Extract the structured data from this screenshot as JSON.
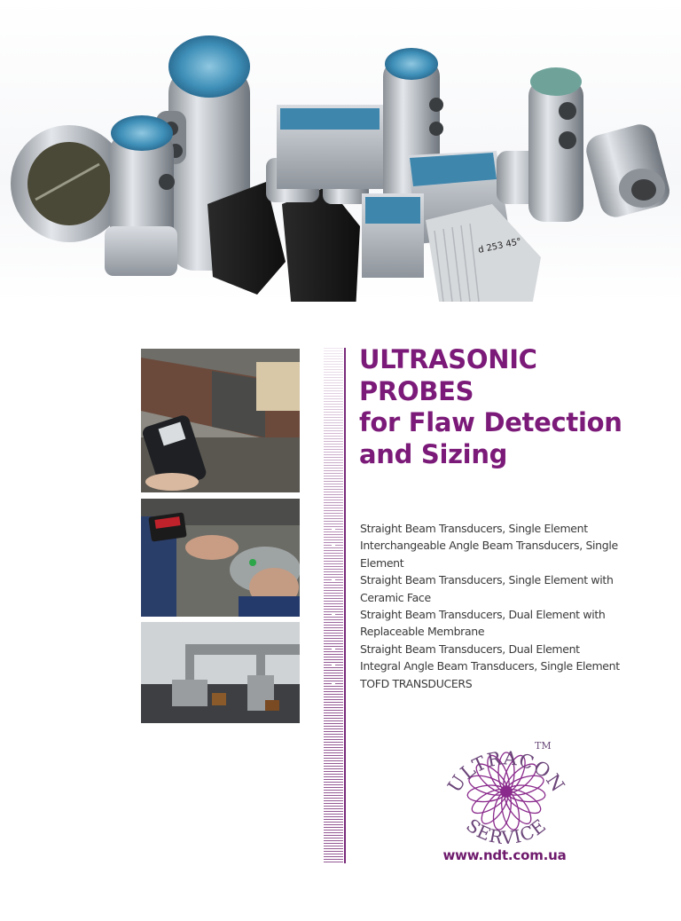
{
  "hero": {
    "image": "ultrasonic-probes-product-photo",
    "probe_label": "d 253  45°"
  },
  "photos": [
    {
      "name": "pipe-weld-inspection-photo",
      "caption": ""
    },
    {
      "name": "thickness-gauge-measurement-photo",
      "caption": ""
    },
    {
      "name": "tofd-scanner-photo",
      "caption": ""
    }
  ],
  "title": {
    "line1": "ULTRASONIC",
    "line2": "PROBES",
    "line3": "for Flaw Detection",
    "line4": "and Sizing"
  },
  "products": [
    {
      "line1": "Straight Beam Transducers, Single Element",
      "line2": ""
    },
    {
      "line1": "Interchangeable Angle Beam Transducers, Single",
      "line2": "Element"
    },
    {
      "line1": "Straight Beam Transducers, Single Element with",
      "line2": "Ceramic Face"
    },
    {
      "line1": "Straight Beam Transducers, Dual Element with",
      "line2": "Replaceable Membrane"
    },
    {
      "line1": "Straight Beam Transducers, Dual Element",
      "line2": ""
    },
    {
      "line1": "Integral Angle Beam  Transducers, Single Element",
      "line2": ""
    },
    {
      "line1": "TOFD TRANSDUCERS",
      "line2": ""
    }
  ],
  "logo": {
    "top_text": "ULTRACON",
    "bottom_text": "SERVICE",
    "trademark": "TM",
    "url": "www.ndt.com.ua"
  },
  "colors": {
    "brand_purple": "#7b1a78",
    "text_gray": "#3a3a3a",
    "stripe_purple": "#823c82"
  }
}
